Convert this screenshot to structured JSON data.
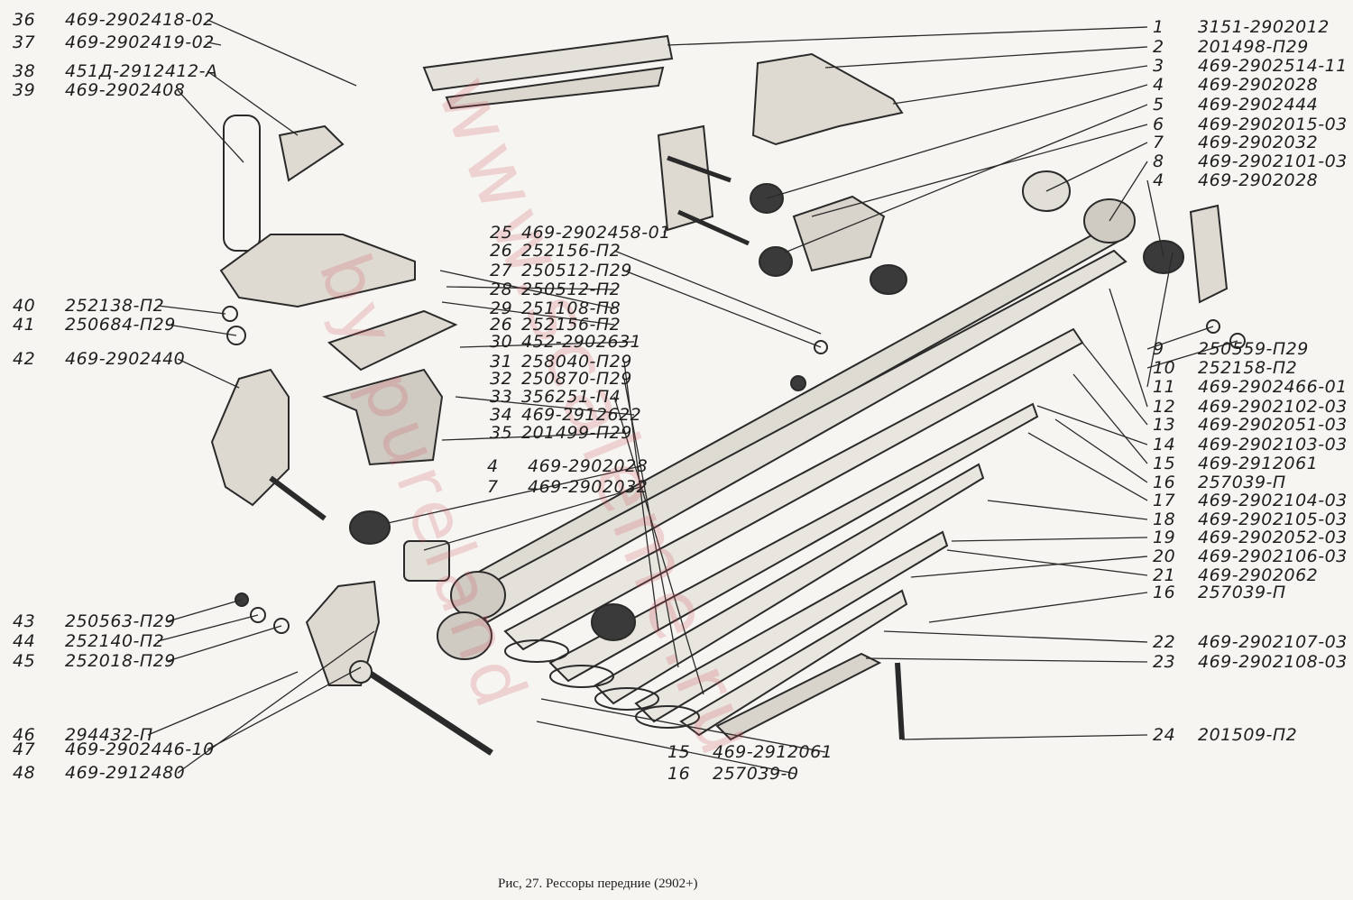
{
  "caption": "Рис,  27. Рессоры передние (2902+)",
  "watermark": "www.scaleme.ru",
  "watermark2": "by pureland",
  "callouts_left": [
    {
      "num": "36",
      "part": "469-2902418-02"
    },
    {
      "num": "37",
      "part": "469-2902419-02"
    },
    {
      "num": "38",
      "part": "451Д-2912412-А"
    },
    {
      "num": "39",
      "part": "469-2902408"
    },
    {
      "num": "40",
      "part": "252138-П2"
    },
    {
      "num": "41",
      "part": "250684-П29"
    },
    {
      "num": "42",
      "part": "469-2902440"
    },
    {
      "num": "43",
      "part": "250563-П29"
    },
    {
      "num": "44",
      "part": "252140-П2"
    },
    {
      "num": "45",
      "part": "252018-П29"
    },
    {
      "num": "46",
      "part": "294432-П"
    },
    {
      "num": "47",
      "part": "469-2902446-10"
    },
    {
      "num": "48",
      "part": "469-2912480"
    }
  ],
  "callouts_mid": [
    {
      "num": "25",
      "part": "469-2902458-01"
    },
    {
      "num": "26",
      "part": "252156-П2"
    },
    {
      "num": "27",
      "part": "250512-П29"
    },
    {
      "num": "28",
      "part": "250512-П2"
    },
    {
      "num": "29",
      "part": "251108-П8"
    },
    {
      "num": "26",
      "part": "252156-П2"
    },
    {
      "num": "30",
      "part": "452-2902631"
    },
    {
      "num": "31",
      "part": "258040-П29"
    },
    {
      "num": "32",
      "part": "250870-П29"
    },
    {
      "num": "33",
      "part": "356251-П4"
    },
    {
      "num": "34",
      "part": "469-2912622"
    },
    {
      "num": "35",
      "part": "201499-П29"
    }
  ],
  "callouts_mid2": [
    {
      "num": "4",
      "part": "469-2902028"
    },
    {
      "num": "7",
      "part": "469-2902032"
    }
  ],
  "callouts_bottom": [
    {
      "num": "15",
      "part": "469-2912061"
    },
    {
      "num": "16",
      "part": "257039-0"
    }
  ],
  "callouts_right": [
    {
      "num": "1",
      "part": "3151-2902012"
    },
    {
      "num": "2",
      "part": "201498-П29"
    },
    {
      "num": "3",
      "part": "469-2902514-11"
    },
    {
      "num": "4",
      "part": "469-2902028"
    },
    {
      "num": "5",
      "part": "469-2902444"
    },
    {
      "num": "6",
      "part": "469-2902015-03"
    },
    {
      "num": "7",
      "part": "469-2902032"
    },
    {
      "num": "8",
      "part": "469-2902101-03"
    },
    {
      "num": "4",
      "part": "469-2902028"
    },
    {
      "num": "9",
      "part": "250559-П29"
    },
    {
      "num": "10",
      "part": "252158-П2"
    },
    {
      "num": "11",
      "part": "469-2902466-01"
    },
    {
      "num": "12",
      "part": "469-2902102-03"
    },
    {
      "num": "13",
      "part": "469-2902051-03"
    },
    {
      "num": "14",
      "part": "469-2902103-03"
    },
    {
      "num": "15",
      "part": "469-2912061"
    },
    {
      "num": "16",
      "part": "257039-П"
    },
    {
      "num": "17",
      "part": "469-2902104-03"
    },
    {
      "num": "18",
      "part": "469-2902105-03"
    },
    {
      "num": "19",
      "part": "469-2902052-03"
    },
    {
      "num": "20",
      "part": "469-2902106-03"
    },
    {
      "num": "21",
      "part": "469-2902062"
    },
    {
      "num": "16",
      "part": "257039-П"
    },
    {
      "num": "22",
      "part": "469-2902107-03"
    },
    {
      "num": "23",
      "part": "469-2902108-03"
    },
    {
      "num": "24",
      "part": "201509-П2"
    }
  ]
}
